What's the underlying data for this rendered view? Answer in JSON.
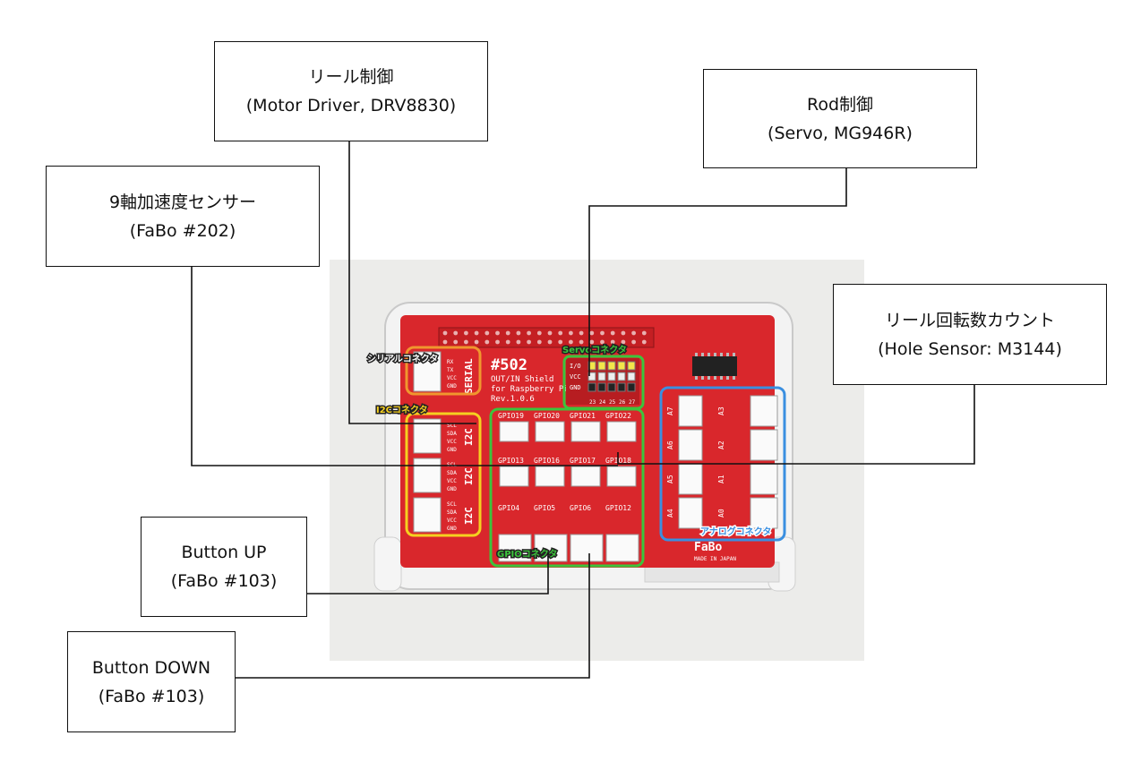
{
  "callouts": {
    "reel": {
      "line1": "リール制御",
      "line2": "(Motor Driver, DRV8830)"
    },
    "rod": {
      "line1": "Rod制御",
      "line2": "(Servo, MG946R)"
    },
    "accel": {
      "line1": "9軸加速度センサー",
      "line2": "(FaBo #202)"
    },
    "hall": {
      "line1": "リール回転数カウント",
      "line2": "(Hole Sensor: M3144)"
    },
    "btn_up": {
      "line1": "Button UP",
      "line2": "(FaBo #103)"
    },
    "btn_down": {
      "line1": "Button DOWN",
      "line2": "(FaBo #103)"
    }
  },
  "board": {
    "model": "#502",
    "name1": "OUT/IN Shield",
    "name2": "for Raspberry Pi",
    "rev": "Rev.1.0.6",
    "serial_tag": "シリアルコネクタ",
    "i2c_tag": "I2Cコネクタ",
    "servo_tag": "Servoコネクタ",
    "gpio_tag": "GPIOコネクタ",
    "analog_tag": "アナログコネクタ",
    "serial_label": "SERIAL",
    "i2c_label": "I2C",
    "serial_pins": [
      "RX",
      "TX",
      "VCC",
      "GND"
    ],
    "i2c_pins": [
      "SCL",
      "SDA",
      "VCC",
      "GND"
    ],
    "servo_rows": [
      "I/O",
      "VCC",
      "GND"
    ],
    "servo_nums": [
      "23",
      "24",
      "25",
      "26",
      "27"
    ],
    "gpio_row1": [
      "GPIO19",
      "GPIO20",
      "GPIO21",
      "GPIO22"
    ],
    "gpio_row2": [
      "GPIO13",
      "GPIO16",
      "GPIO17",
      "GPIO18"
    ],
    "gpio_row3": [
      "GPIO4",
      "GPIO5",
      "GPIO6",
      "GPIO12"
    ],
    "analog_left": [
      "A7",
      "A6",
      "A5",
      "A4"
    ],
    "analog_right": [
      "A3",
      "A2",
      "A1",
      "A0"
    ],
    "brand": "FaBo",
    "made_in": "MADE IN JAPAN"
  },
  "colors": {
    "board": "#d9272c",
    "serial": "#f0962e",
    "i2c": "#f5d020",
    "servo": "#3cc43c",
    "gpio": "#3cc43c",
    "analog": "#3a8fe0"
  }
}
